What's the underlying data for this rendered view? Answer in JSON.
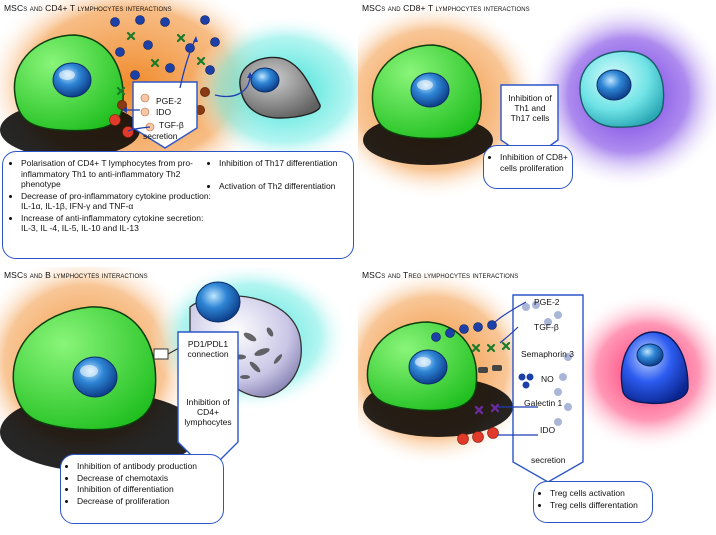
{
  "panels": {
    "cd4": {
      "title": "MSCs and CD4+ T lymphocytes interactions",
      "factors": [
        "PGE-2",
        "IDO",
        "TGF-β",
        "secretion"
      ],
      "effects": [
        "Polarisation of CD4+ T lymphocytes from pro-inflammatory Th1 to anti-inflammatory Th2 phenotype",
        "Decrease of pro-inflammatory cytokine production: IL-1α, IL-1β, IFN-γ and TNF-α",
        "Increase of anti-inflammatory cytokine secretion: IL-3, IL -4, IL-5, IL-10 and IL-13"
      ],
      "side_effects": [
        "Inhibition of Th17 differentiation",
        "Activation of Th2 differentiation"
      ]
    },
    "cd8": {
      "title": "MSCs and CD8+ T lymphocytes interactions",
      "arrow_text": "Inhibition of Th1 and Th17 cells",
      "effects": [
        "Inhibition of CD8+ cells proliferation"
      ]
    },
    "b": {
      "title": "MSCs and B lymphocytes interactions",
      "connection": "PD1/PDL1 connection",
      "arrow_text": "Inhibition of CD4+ lymphocytes",
      "effects": [
        "Inhibition of antibody production",
        "Decrease of chemotaxis",
        "Inhibition of differentiation",
        "Decrease of proliferation"
      ]
    },
    "treg": {
      "title": "MSCs and Treg lymphocytes interactions",
      "factors": [
        "PGE-2",
        "TGF-β",
        "Semaphorin 3",
        "NO",
        "Galectin 1",
        "IDO",
        "secretion"
      ],
      "effects": [
        "Treg cells activation",
        "Treg cells differentation"
      ]
    }
  },
  "colors": {
    "msc": "#3fd83a",
    "nucleus": "#2f86d6",
    "box_border": "#2b55c8",
    "orange_glow": "#f08a2a",
    "cyan_glow": "#41e0d6",
    "purple_glow": "#7a2fe0",
    "pink_glow": "#ff2a6a"
  },
  "icons": [
    "msc-cell",
    "t-lymphocyte",
    "b-lymphocyte",
    "treg-cell",
    "pge2-molecule",
    "tgfb-molecule",
    "ido-molecule",
    "no-molecule",
    "galectin-molecule"
  ]
}
